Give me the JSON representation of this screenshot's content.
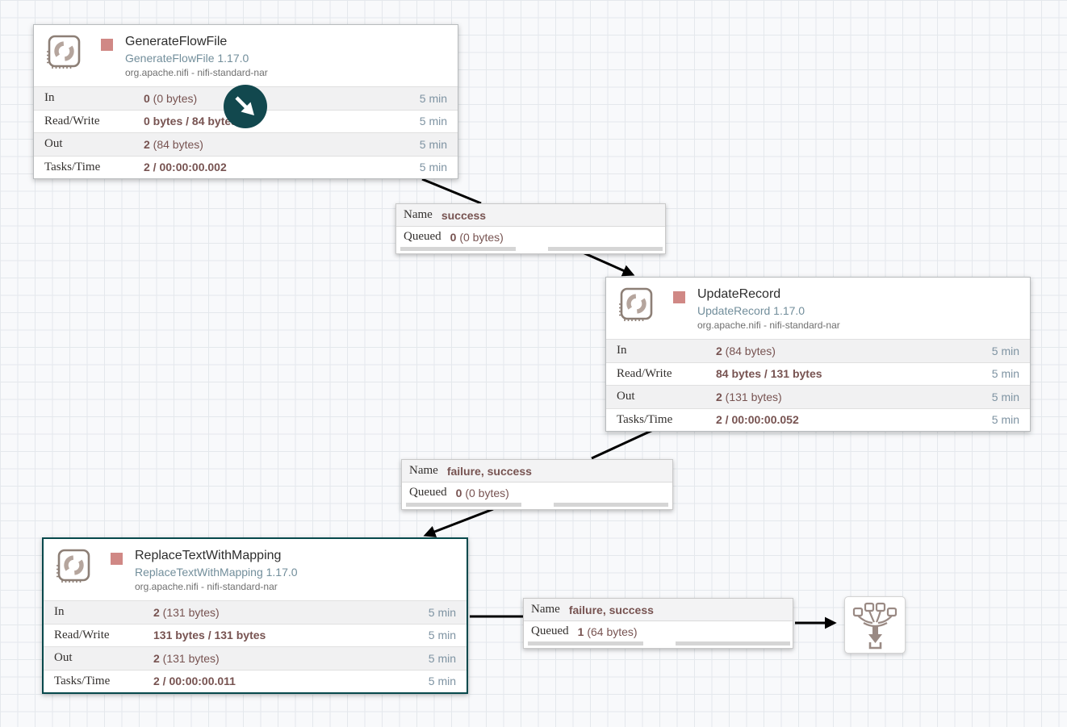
{
  "colors": {
    "selected_border": "#07494c",
    "stopped_square": "#d08885",
    "stat_value": "#775351",
    "stat_time": "#7e93a2",
    "type_text": "#728e9b",
    "cursor_badge": "#12484e",
    "icon": "#8d7f76"
  },
  "processors": [
    {
      "title": "GenerateFlowFile",
      "type": "GenerateFlowFile 1.17.0",
      "bundle": "org.apache.nifi - nifi-standard-nar",
      "state": "stopped",
      "stats": [
        {
          "label": "In",
          "bold": "0",
          "rest": " (0 bytes)",
          "time": "5 min"
        },
        {
          "label": "Read/Write",
          "bold": "0 bytes / 84 bytes",
          "rest": "",
          "time": "5 min"
        },
        {
          "label": "Out",
          "bold": "2",
          "rest": " (84 bytes)",
          "time": "5 min"
        },
        {
          "label": "Tasks/Time",
          "bold": "2 / 00:00:00.002",
          "rest": "",
          "time": "5 min"
        }
      ]
    },
    {
      "title": "UpdateRecord",
      "type": "UpdateRecord 1.17.0",
      "bundle": "org.apache.nifi - nifi-standard-nar",
      "state": "stopped",
      "stats": [
        {
          "label": "In",
          "bold": "2",
          "rest": " (84 bytes)",
          "time": "5 min"
        },
        {
          "label": "Read/Write",
          "bold": "84 bytes / 131 bytes",
          "rest": "",
          "time": "5 min"
        },
        {
          "label": "Out",
          "bold": "2",
          "rest": " (131 bytes)",
          "time": "5 min"
        },
        {
          "label": "Tasks/Time",
          "bold": "2 / 00:00:00.052",
          "rest": "",
          "time": "5 min"
        }
      ]
    },
    {
      "title": "ReplaceTextWithMapping",
      "type": "ReplaceTextWithMapping 1.17.0",
      "bundle": "org.apache.nifi - nifi-standard-nar",
      "state": "stopped",
      "selected": true,
      "stats": [
        {
          "label": "In",
          "bold": "2",
          "rest": " (131 bytes)",
          "time": "5 min"
        },
        {
          "label": "Read/Write",
          "bold": "131 bytes / 131 bytes",
          "rest": "",
          "time": "5 min"
        },
        {
          "label": "Out",
          "bold": "2",
          "rest": " (131 bytes)",
          "time": "5 min"
        },
        {
          "label": "Tasks/Time",
          "bold": "2 / 00:00:00.011",
          "rest": "",
          "time": "5 min"
        }
      ]
    }
  ],
  "connections": [
    {
      "name_label": "Name",
      "name": "success",
      "queued_label": "Queued",
      "queued_bold": "0",
      "queued_rest": " (0 bytes)"
    },
    {
      "name_label": "Name",
      "name": "failure, success",
      "queued_label": "Queued",
      "queued_bold": "0",
      "queued_rest": " (0 bytes)"
    },
    {
      "name_label": "Name",
      "name": "failure, success",
      "queued_label": "Queued",
      "queued_bold": "1",
      "queued_rest": " (64 bytes)"
    }
  ]
}
